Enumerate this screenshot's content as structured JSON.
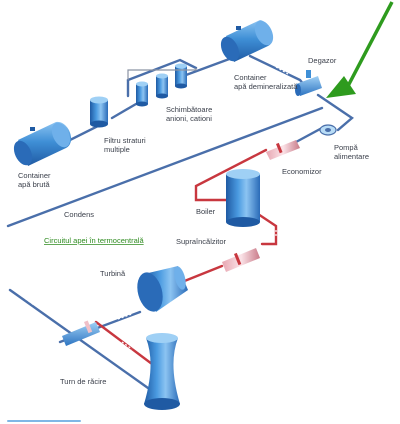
{
  "labels": {
    "container_raw": [
      "Container",
      "apă brută"
    ],
    "filter": [
      "Filtru straturi",
      "multiple"
    ],
    "exchangers": [
      "Schimbătoare",
      "anioni, cationi"
    ],
    "container_demin": [
      "Container",
      "apă demineralizată"
    ],
    "degasser": "Degazor",
    "pump": [
      "Pompă",
      "alimentare"
    ],
    "economizer": "Economizor",
    "condensate": "Condens",
    "boiler": "Boiler",
    "title": "Circuitul apei în termocentrală",
    "superheater": "Supraîncălzitor",
    "turbine": "Turbină",
    "cooling_tower": "Turn de răcire"
  },
  "colors": {
    "pipe_blue": "#4a6faa",
    "pipe_red": "#c8373f",
    "tank_blue": "#3f8fd6",
    "arrow_green": "#2e9b1e",
    "title_green": "#2e8b1f"
  }
}
